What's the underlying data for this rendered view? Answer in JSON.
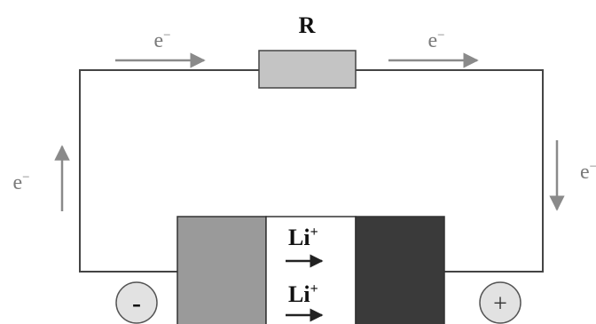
{
  "diagram": {
    "resistor_label": "R",
    "electron_label": "e",
    "electron_charge": "−",
    "ion_symbol": "Li",
    "ion_charge": "+",
    "negative_terminal": "-",
    "positive_terminal": "+",
    "colors": {
      "wire": "#444444",
      "flow_arrow": "#8a8a8a",
      "ion_arrow": "#222222",
      "resistor_fill": "#c4c4c4",
      "anode_fill": "#9a9a9a",
      "separator_fill": "#ffffff",
      "cathode_fill": "#3a3a3a",
      "terminal_fill": "#e2e2e2",
      "label_dark": "#111111",
      "label_gray": "#7a7a7a"
    }
  }
}
